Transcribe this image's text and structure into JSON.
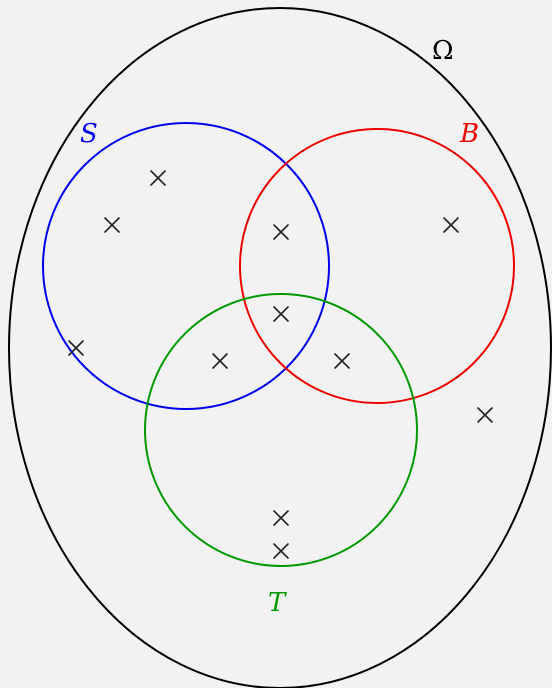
{
  "universe": {
    "label": "Ω",
    "color": "#000000"
  },
  "sets": {
    "S": {
      "label": "S",
      "color": "#0000ee"
    },
    "B": {
      "label": "B",
      "color": "#ee0000"
    },
    "T": {
      "label": "T",
      "color": "#009900"
    }
  },
  "elements": [
    {
      "regions": [
        "S"
      ]
    },
    {
      "regions": [
        "S"
      ]
    },
    {
      "regions": [
        "S"
      ]
    },
    {
      "regions": [
        "S",
        "B"
      ]
    },
    {
      "regions": [
        "S",
        "B",
        "T"
      ]
    },
    {
      "regions": [
        "S",
        "T"
      ]
    },
    {
      "regions": [
        "B",
        "T"
      ]
    },
    {
      "regions": [
        "B"
      ]
    },
    {
      "regions": []
    },
    {
      "regions": [
        "T"
      ]
    },
    {
      "regions": [
        "T"
      ]
    }
  ],
  "marker_glyph": "cross"
}
